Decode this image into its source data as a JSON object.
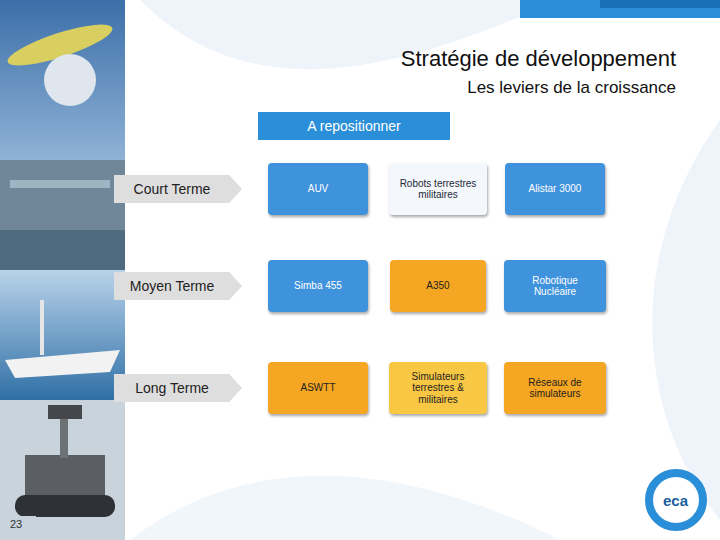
{
  "diagram": {
    "title": "Stratégie de développement",
    "nodes": [
      {
        "text": [
          "A repositionner"
        ]
      },
      {
        "text": [
          "Court Terme"
        ]
      },
      {
        "text": [
          "AUV"
        ]
      },
      {
        "text": [
          "Robots terrestres militaires"
        ]
      },
      {
        "text": [
          "Alistar 3000"
        ]
      },
      {
        "text": [
          "Moyen Terme"
        ]
      },
      {
        "text": [
          "Simba 455"
        ]
      },
      {
        "text": [
          "A350"
        ]
      },
      {
        "text": [
          "Robotique Nucléaire"
        ]
      },
      {
        "text": [
          "Long Terme"
        ]
      },
      {
        "text": [
          "ASWTT"
        ]
      },
      {
        "text": [
          "Simulateurs terrestres & militaires"
        ]
      },
      {
        "text": [
          "Réseaux de simulateurs"
        ]
      }
    ],
    "labels": [
      "Les leviers de la croissance",
      "23",
      "eca"
    ]
  }
}
